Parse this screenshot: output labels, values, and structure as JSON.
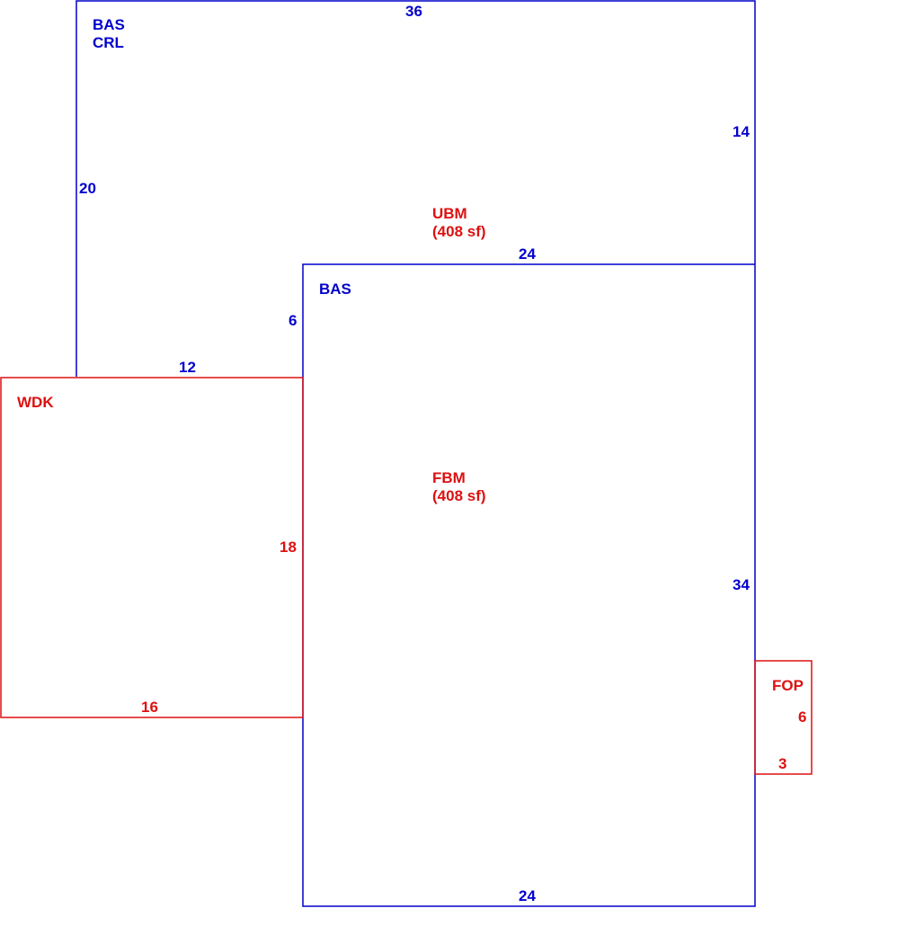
{
  "colors": {
    "building": "#0000cc",
    "addition": "#dd1111"
  },
  "segments": {
    "upper": {
      "code1": "BAS",
      "code2": "CRL",
      "top_dim": "36",
      "left_dim": "20",
      "right_dim": "14"
    },
    "ubm": {
      "code": "UBM",
      "area": "(408 sf)"
    },
    "lower": {
      "code": "BAS",
      "top_dim": "24",
      "step_dim": "6",
      "ledge_dim": "12",
      "right_dim": "34",
      "bottom_dim": "24"
    },
    "fbm": {
      "code": "FBM",
      "area": "(408 sf)"
    },
    "wdk": {
      "code": "WDK",
      "right_dim": "18",
      "bottom_dim": "16"
    },
    "fop": {
      "code": "FOP",
      "right_dim": "6",
      "bottom_dim": "3"
    }
  }
}
